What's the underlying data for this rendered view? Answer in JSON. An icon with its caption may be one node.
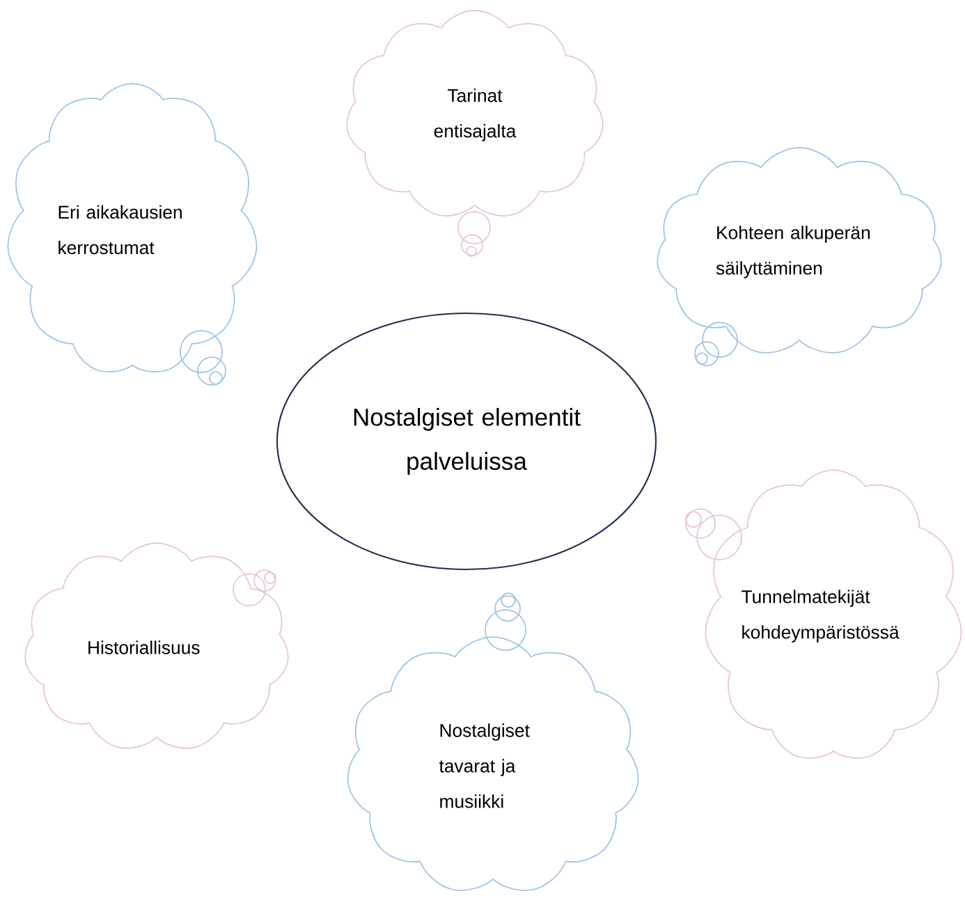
{
  "diagram": {
    "nodes": [
      {
        "text": [
          "Nostalgiset elementit palveluissa"
        ]
      },
      {
        "text": [
          "Tarinat entisajalta"
        ]
      },
      {
        "text": [
          "Eri aikakausien kerrostumat"
        ]
      },
      {
        "text": [
          "Kohteen alkuperän säilyttäminen"
        ]
      },
      {
        "text": [
          "Historiallisuus"
        ]
      },
      {
        "text": [
          "Tunnelmatekijät kohdeympäristössä"
        ]
      },
      {
        "text": [
          "Nostalgiset tavarat ja musiikki"
        ]
      }
    ]
  }
}
